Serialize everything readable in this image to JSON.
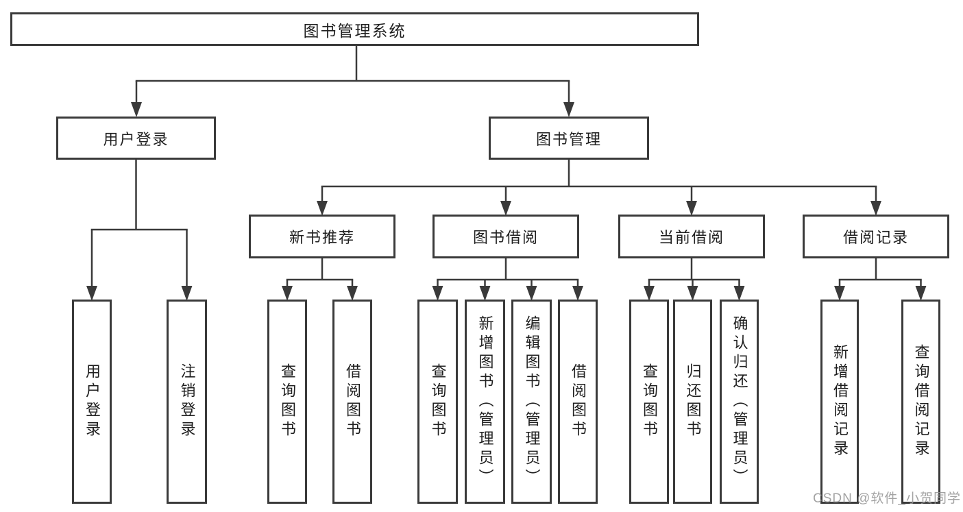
{
  "diagram": {
    "title": "图书管理系统",
    "nodes": {
      "root": "图书管理系统",
      "user_login": "用户登录",
      "book_management": "图书管理",
      "new_book_recommend": "新书推荐",
      "book_borrowing": "图书借阅",
      "current_borrowing": "当前借阅",
      "borrowing_records": "借阅记录",
      "leaf_user_login": "用户登录",
      "leaf_logout": "注销登录",
      "leaf_query_book_recommend": "查询图书",
      "leaf_borrow_book_recommend": "借阅图书",
      "leaf_query_book_borrowing": "查询图书",
      "leaf_add_book_admin": "新增图书（管理员）",
      "leaf_edit_book_admin": "编辑图书（管理员）",
      "leaf_borrow_book_borrowing": "借阅图书",
      "leaf_query_book_current": "查询图书",
      "leaf_return_book": "归还图书",
      "leaf_confirm_return_admin": "确认归还（管理员）",
      "leaf_add_borrow_record": "新增借阅记录",
      "leaf_query_borrow_record": "查询借阅记录"
    },
    "watermark": "CSDN @软件_小贺同学",
    "colors": {
      "line": "#3a3a3a",
      "box_border": "#3a3a3a",
      "box_background": "#ffffff",
      "text": "#1f1f1f",
      "watermark": "#969696",
      "page_background": "#ffffff"
    }
  }
}
